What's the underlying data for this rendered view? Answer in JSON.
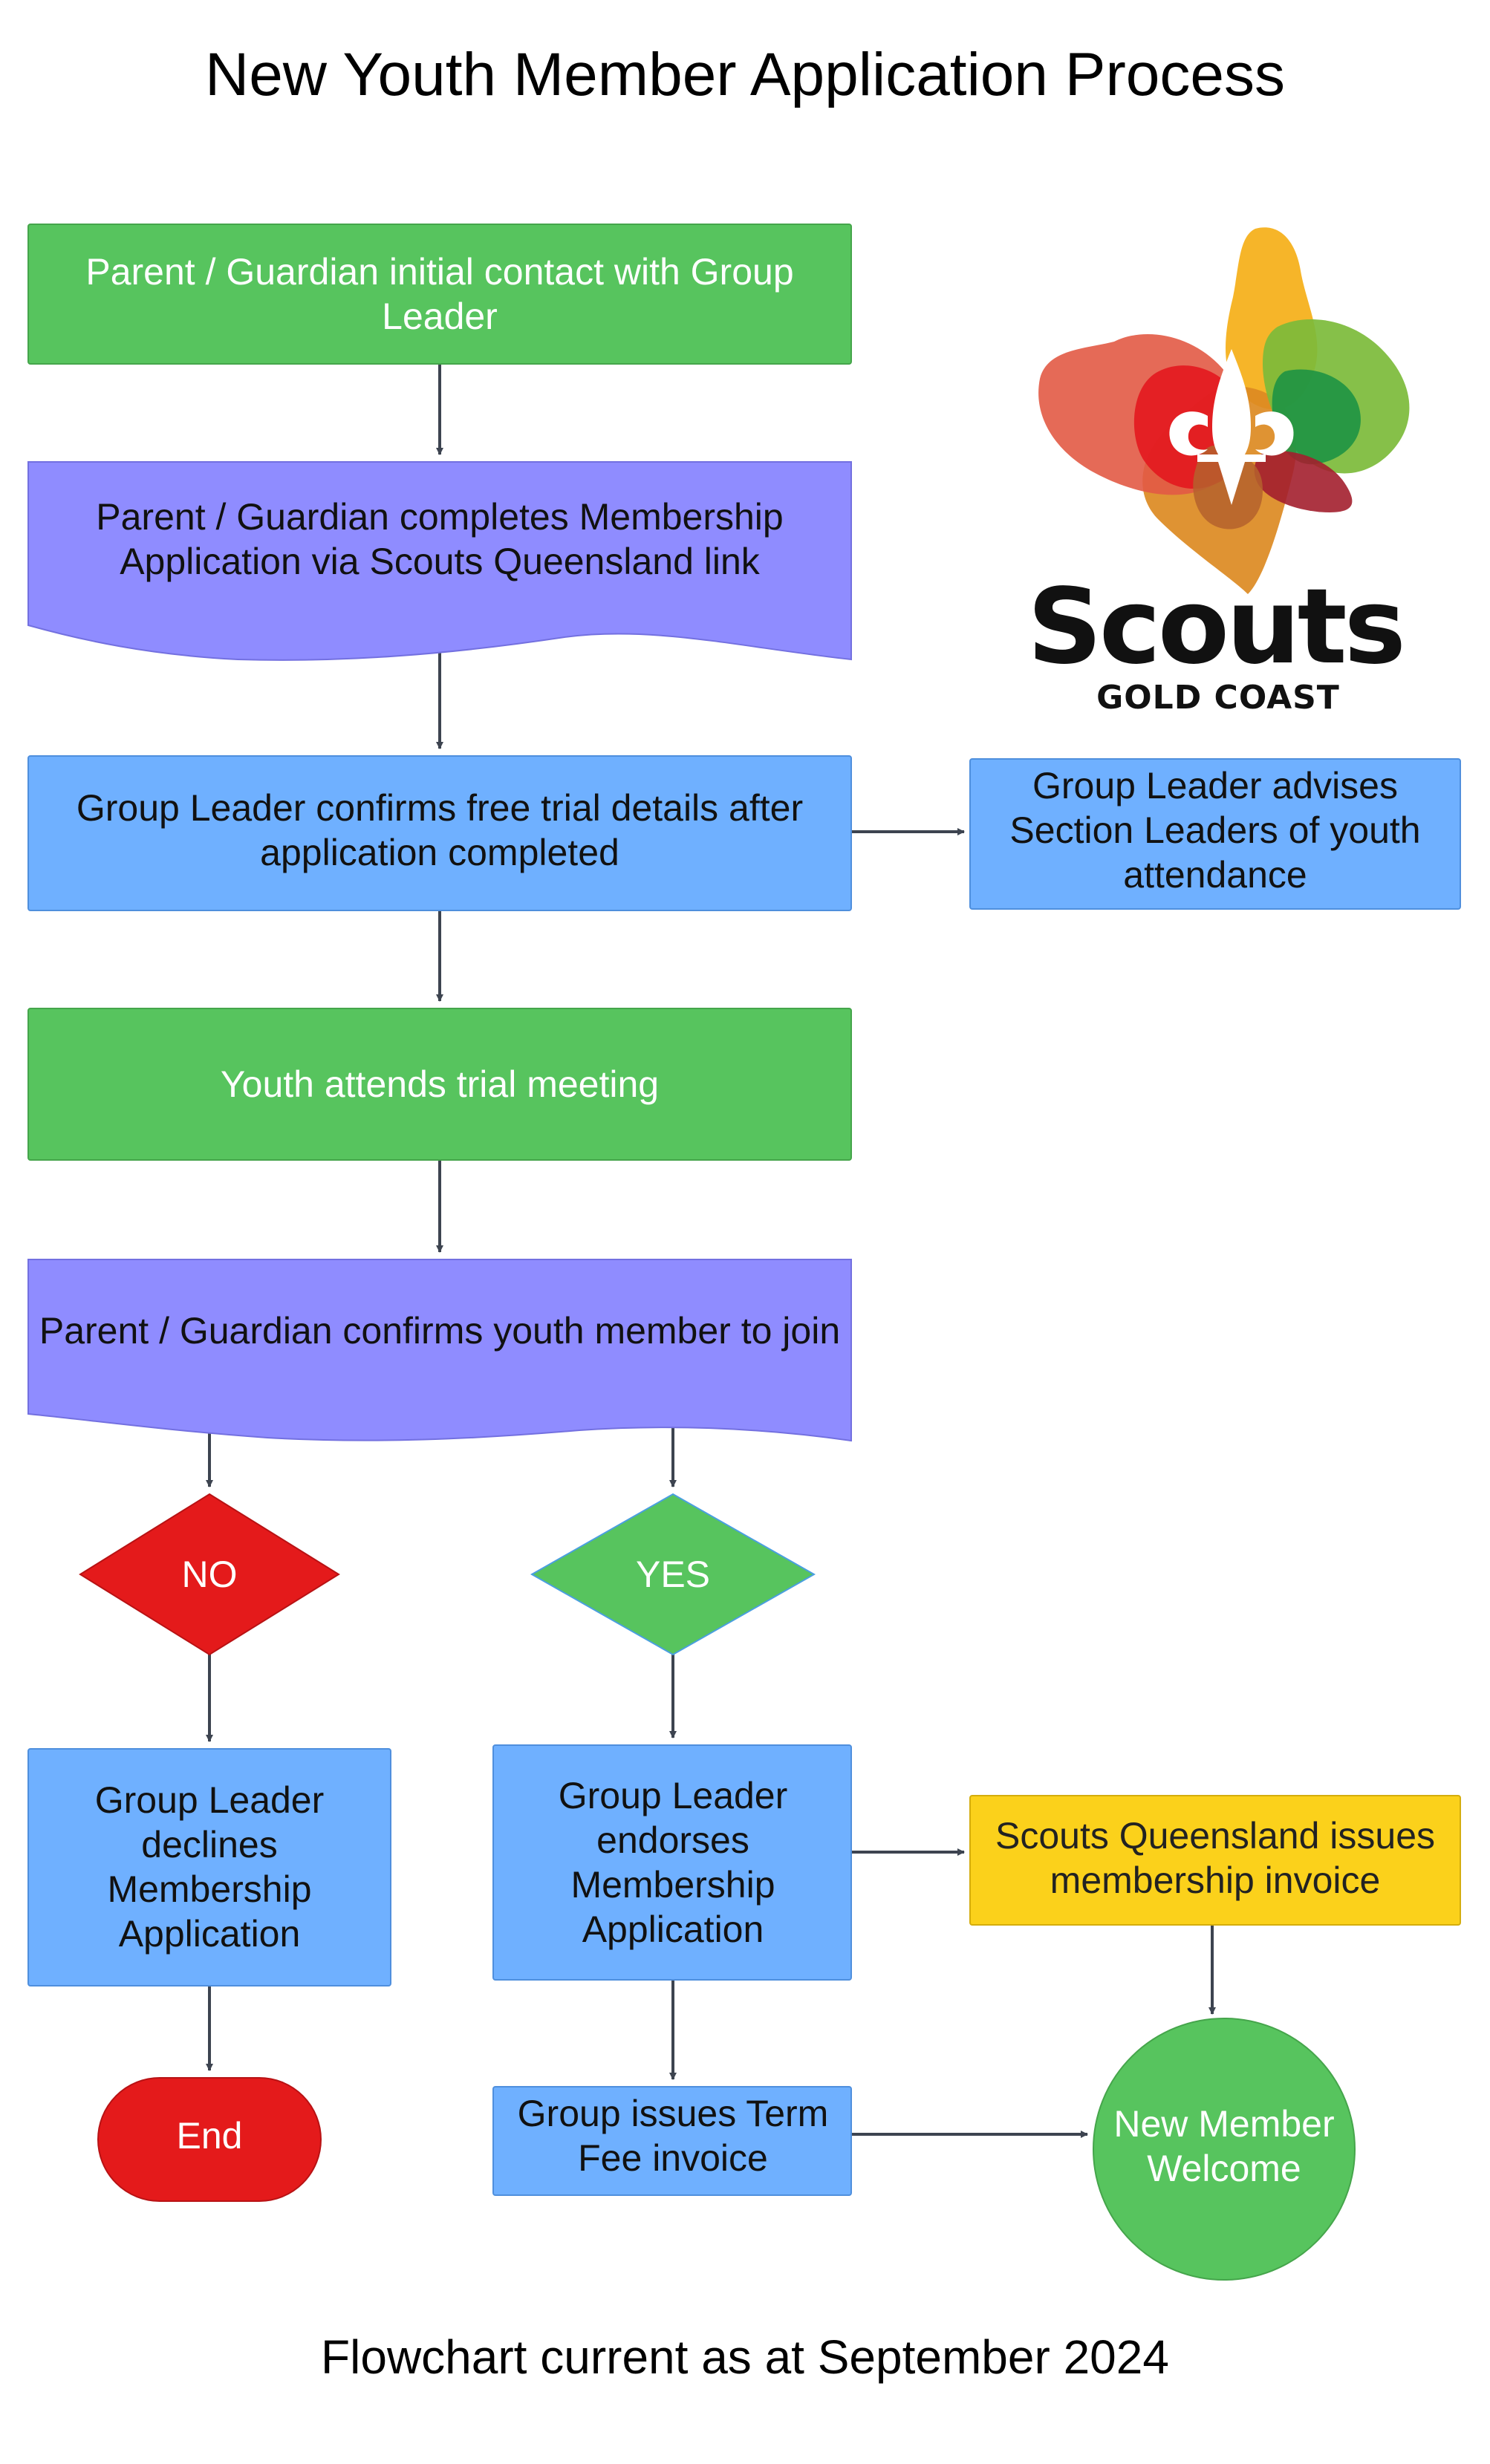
{
  "title": "New Youth Member Application Process",
  "footer": "Flowchart current as at September 2024",
  "logo": {
    "word": "Scouts",
    "sub": "GOLD COAST"
  },
  "colors": {
    "green": "#57c45e",
    "purple": "#8f8cff",
    "blue": "#6fb0ff",
    "red": "#e41a1b",
    "yellow": "#fbd11b",
    "edge": "#3d4450"
  },
  "nodes": {
    "n1": {
      "lines": [
        "Parent / Guardian initial contact with Group",
        "Leader"
      ]
    },
    "n2": {
      "lines": [
        "Parent / Guardian completes Membership",
        "Application via Scouts Queensland link"
      ]
    },
    "n3": {
      "lines": [
        "Group Leader confirms free trial details after",
        "application completed"
      ]
    },
    "n4": {
      "lines": [
        "Group Leader advises",
        "Section Leaders of youth",
        "attendance"
      ]
    },
    "n5": {
      "lines": [
        "Youth attends trial meeting"
      ]
    },
    "n6": {
      "lines": [
        "Parent / Guardian confirms youth member to join"
      ]
    },
    "no": {
      "lines": [
        "NO"
      ]
    },
    "yes": {
      "lines": [
        "YES"
      ]
    },
    "n7": {
      "lines": [
        "Group Leader",
        "declines",
        "Membership",
        "Application"
      ]
    },
    "n8": {
      "lines": [
        "Group Leader",
        "endorses",
        "Membership",
        "Application"
      ]
    },
    "n9": {
      "lines": [
        "Scouts Queensland issues",
        "membership invoice"
      ]
    },
    "end": {
      "lines": [
        "End"
      ]
    },
    "n10": {
      "lines": [
        "Group issues Term",
        "Fee invoice"
      ]
    },
    "welcome": {
      "lines": [
        "New Member",
        "Welcome"
      ]
    }
  }
}
